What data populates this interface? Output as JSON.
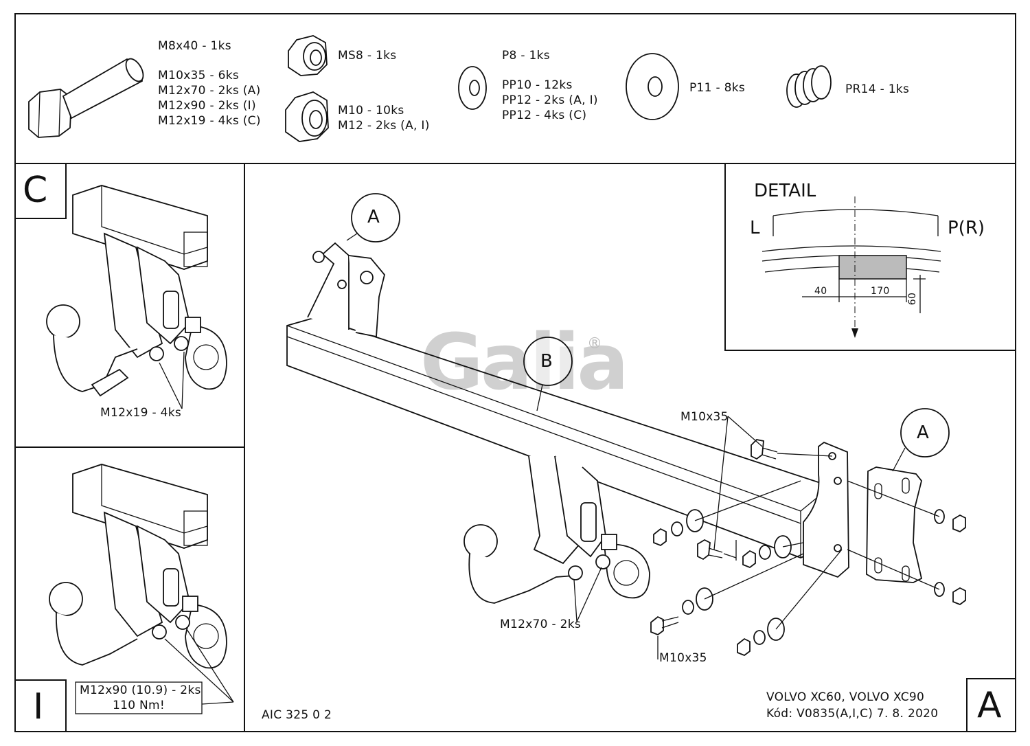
{
  "parts": {
    "bolts": [
      "M8x40 - 1ks",
      "M10x35 - 6ks",
      "M12x70 - 2ks (A)",
      "M12x90 - 2ks (I)",
      "M12x19 - 4ks (C)"
    ],
    "nut_ms8": "MS8 - 1ks",
    "nuts": [
      "M10 - 10ks",
      "M12 - 2ks (A, I)"
    ],
    "washer_p8": "P8 - 1ks",
    "washers_pp": [
      "PP10 - 12ks",
      "PP12 - 2ks (A, I)",
      "PP12 - 4ks (C)"
    ],
    "washer_p11": "P11 - 8ks",
    "spring": "PR14 - 1ks"
  },
  "panel_c": {
    "letter": "C",
    "callout": "M12x19 - 4ks"
  },
  "panel_i": {
    "letter": "I",
    "callout_line1": "M12x90 (10.9) - 2ks",
    "callout_line2": "110 Nm!"
  },
  "detail": {
    "title": "DETAIL",
    "left": "L",
    "right": "P(R)",
    "dim_40": "40",
    "dim_170": "170",
    "dim_60": "60"
  },
  "main": {
    "callout_a_top": "A",
    "callout_b": "B",
    "callout_a_right": "A",
    "label_m10x35_top": "M10x35",
    "label_m10x35_bottom": "M10x35",
    "label_m12x70": "M12x70 - 2ks",
    "watermark": "Galia",
    "registered": "®"
  },
  "footer": {
    "doc_code": "AIC 325 0 2",
    "vehicle": "VOLVO XC60, VOLVO XC90",
    "code_line": "Kód: V0835(A,I,C)  7. 8. 2020",
    "variant_letter": "A"
  },
  "icons": [
    "hex-bolt-icon",
    "lock-nut-icon",
    "hex-nut-icon",
    "washer-icon",
    "large-washer-icon",
    "spring-icon",
    "tow-ball-icon",
    "crossbar-icon",
    "bracket-icon",
    "socket-plate-icon"
  ]
}
